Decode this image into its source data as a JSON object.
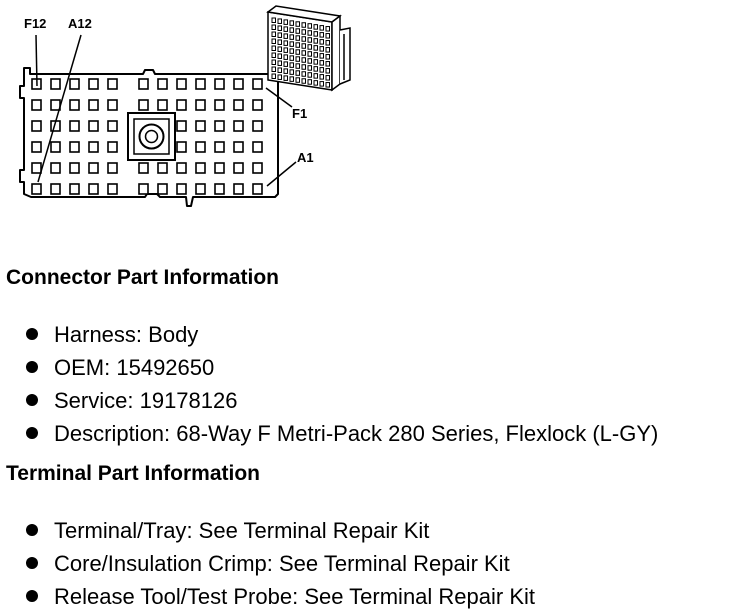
{
  "diagram": {
    "labels": {
      "f12": "F12",
      "a12": "A12",
      "f1": "F1",
      "a1": "A1"
    },
    "colors": {
      "line": "#000000",
      "background": "#ffffff"
    }
  },
  "connector_info": {
    "heading": "Connector Part Information",
    "items": [
      {
        "label": "Harness",
        "value": "Body"
      },
      {
        "label": "OEM",
        "value": "15492650"
      },
      {
        "label": "Service",
        "value": "19178126"
      },
      {
        "label": "Description",
        "value": "68-Way F Metri-Pack 280 Series, Flexlock (L-GY)"
      }
    ]
  },
  "terminal_info": {
    "heading": "Terminal Part Information",
    "items": [
      {
        "label": "Terminal/Tray",
        "value": "See Terminal Repair Kit"
      },
      {
        "label": "Core/Insulation Crimp",
        "value": "See Terminal Repair Kit"
      },
      {
        "label": "Release Tool/Test Probe",
        "value": "See Terminal Repair Kit"
      }
    ]
  }
}
